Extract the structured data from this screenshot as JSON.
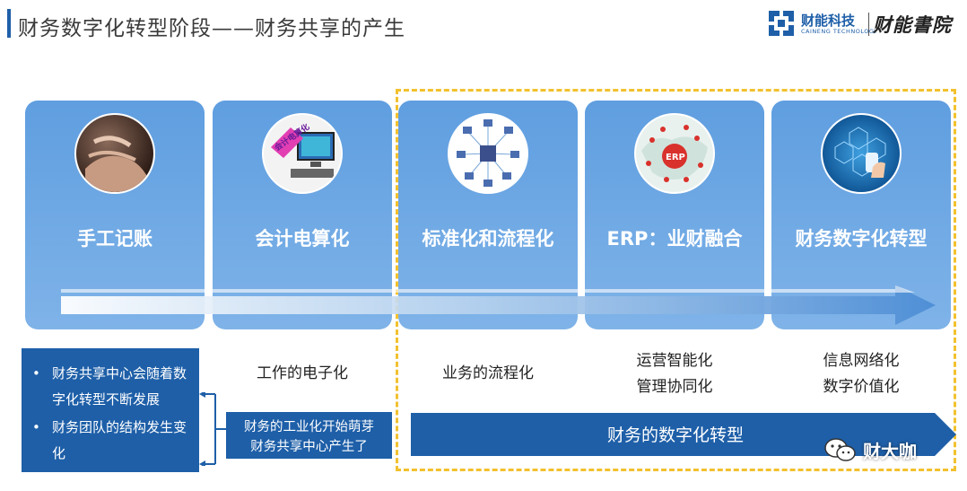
{
  "header": {
    "title": "财务数字化转型阶段——财务共享的产生",
    "logo_name": "财能科技",
    "logo_sub": "CAINENG TECHNOLOGY",
    "logo_script": "财能書院"
  },
  "stages": [
    {
      "label": "手工记账",
      "image": "hand-writing-ledger-photo"
    },
    {
      "label": "会计电算化",
      "image": "computer-accounting-photo"
    },
    {
      "label": "标准化和流程化",
      "image": "process-network-diagram"
    },
    {
      "label": "ERP：业财融合",
      "image": "erp-map-graphic"
    },
    {
      "label": "财务数字化转型",
      "image": "digital-tech-graphic"
    }
  ],
  "left_box": {
    "bullets": [
      "财务共享中心会随着数字化转型不断发展",
      "财务团队的结构发生变化"
    ]
  },
  "mid_box": {
    "line1": "财务的工业化开始萌芽",
    "line2": "财务共享中心产生了"
  },
  "descriptions": {
    "stage2": "工作的电子化",
    "stage3": "业务的流程化",
    "stage4_line1": "运营智能化",
    "stage4_line2": "管理协同化",
    "stage5_line1": "信息网络化",
    "stage5_line2": "数字价值化"
  },
  "bottom_arrow": {
    "label": "财务的数字化转型"
  },
  "watermark": {
    "text": "财大咖",
    "icon": "wechat-icon"
  },
  "colors": {
    "primary_blue": "#1e5fa8",
    "card_blue": "#6aa6e3",
    "dashed_yellow": "#f2c12e"
  }
}
